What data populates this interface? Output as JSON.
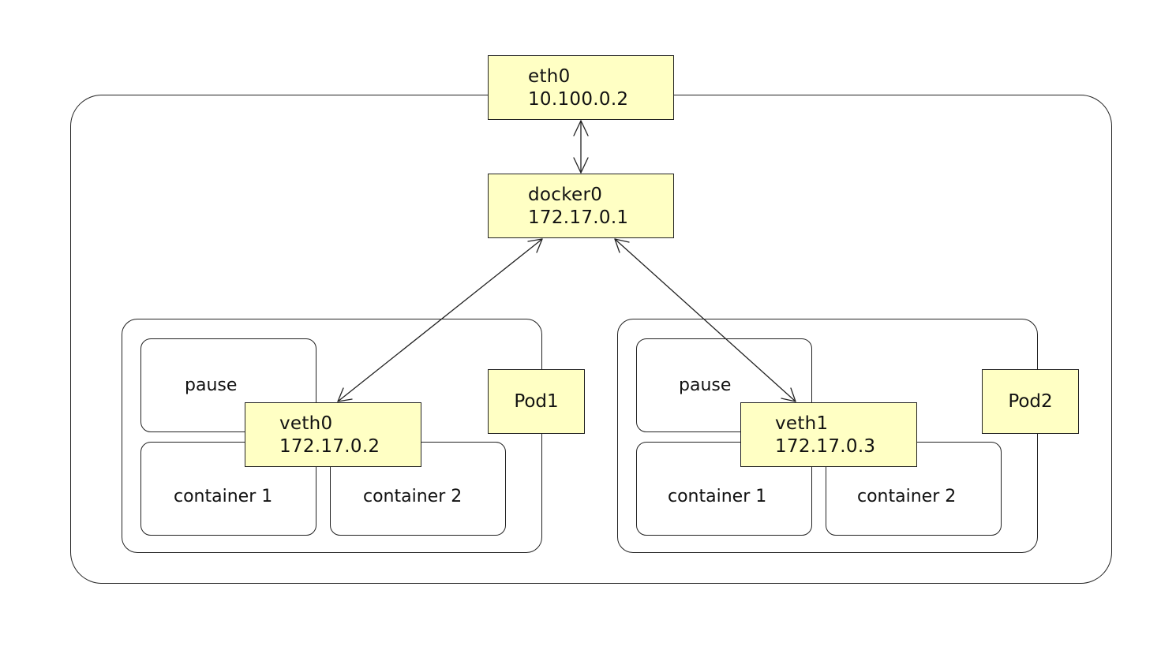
{
  "nodes": {
    "eth0": {
      "name": "eth0",
      "ip": "10.100.0.2"
    },
    "docker0": {
      "name": "docker0",
      "ip": "172.17.0.1"
    },
    "veth0": {
      "name": "veth0",
      "ip": "172.17.0.2"
    },
    "veth1": {
      "name": "veth1",
      "ip": "172.17.0.3"
    }
  },
  "pods": [
    {
      "label": "Pod1",
      "pause": "pause",
      "container1": "container 1",
      "container2": "container 2"
    },
    {
      "label": "Pod2",
      "pause": "pause",
      "container1": "container 1",
      "container2": "container 2"
    }
  ],
  "connections": [
    {
      "from": "eth0",
      "to": "docker0",
      "direction": "bidirectional"
    },
    {
      "from": "docker0",
      "to": "veth0",
      "direction": "bidirectional"
    },
    {
      "from": "docker0",
      "to": "veth1",
      "direction": "bidirectional"
    }
  ],
  "colors": {
    "interface_fill": "#ffffc4",
    "stroke": "#222222",
    "background": "#ffffff"
  }
}
